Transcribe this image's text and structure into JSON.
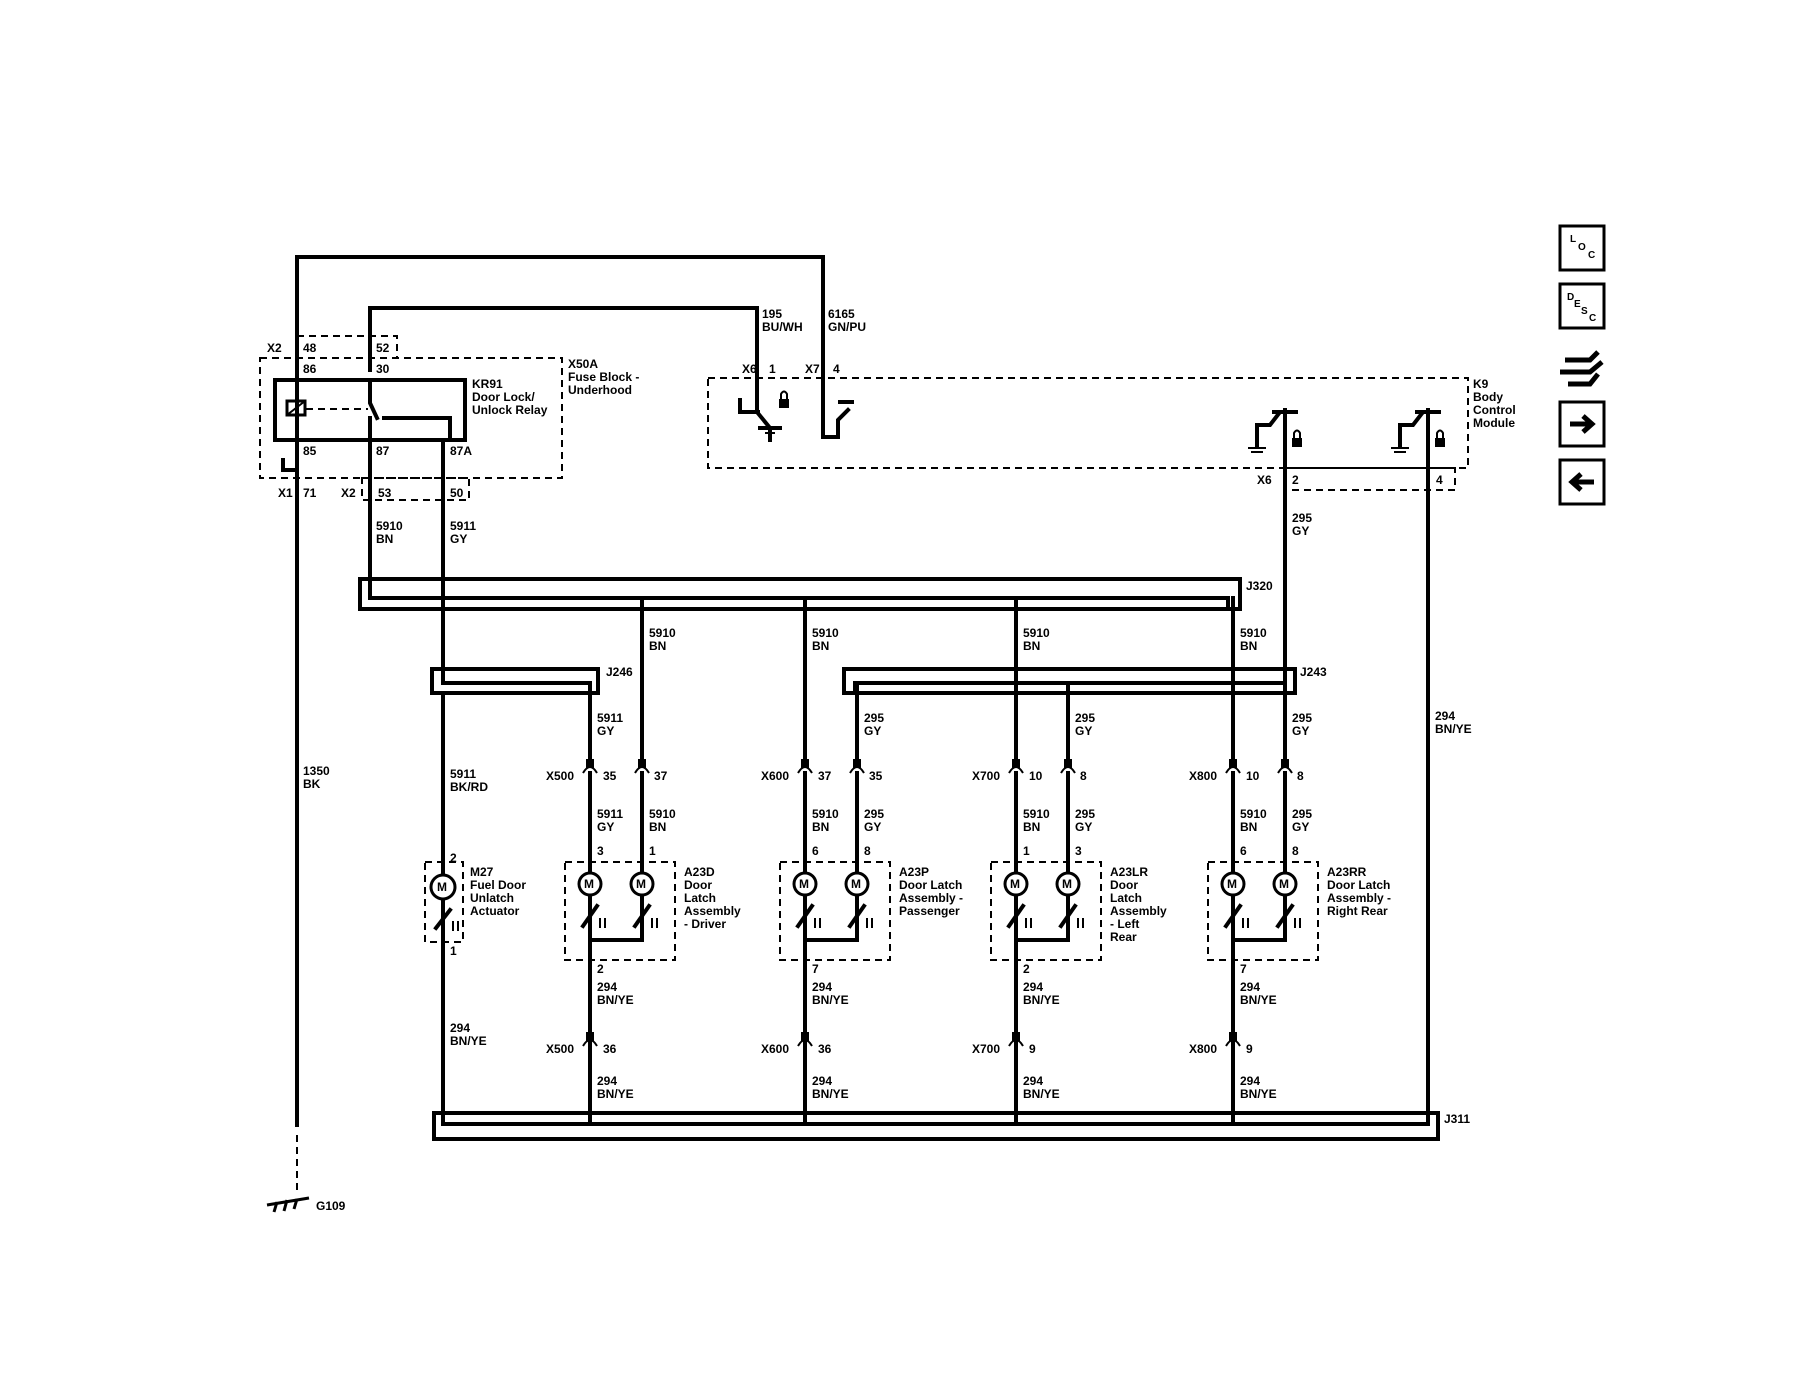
{
  "nav": {
    "loc": {
      "label": "LOC"
    },
    "desc": {
      "label": "DESC"
    },
    "next": {
      "label": "→"
    },
    "prev": {
      "label": "←"
    }
  },
  "components": {
    "x50a": {
      "id": "X50A",
      "name": "Fuse Block -",
      "name2": "Underhood"
    },
    "kr91": {
      "id": "KR91",
      "name": "Door Lock/",
      "name2": "Unlock Relay"
    },
    "k9": {
      "id": "K9",
      "l1": "Body",
      "l2": "Control",
      "l3": "Module"
    },
    "m27": {
      "id": "M27",
      "l1": "Fuel Door",
      "l2": "Unlatch",
      "l3": "Actuator"
    },
    "a23d": {
      "id": "A23D",
      "l1": "Door",
      "l2": "Latch",
      "l3": "Assembly",
      "l4": "- Driver"
    },
    "a23p": {
      "id": "A23P",
      "l1": "Door Latch",
      "l2": "Assembly -",
      "l3": "Passenger"
    },
    "a23lr": {
      "id": "A23LR",
      "l1": "Door",
      "l2": "Latch",
      "l3": "Assembly",
      "l4": "- Left",
      "l5": "Rear"
    },
    "a23rr": {
      "id": "A23RR",
      "l1": "Door Latch",
      "l2": "Assembly -",
      "l3": "Right Rear"
    }
  },
  "splices": {
    "j320": "J320",
    "j246": "J246",
    "j243": "J243",
    "j311": "J311"
  },
  "ground": {
    "id": "G109"
  },
  "connectors": {
    "x1": "X1",
    "x2": "X2",
    "x6": "X6",
    "x7": "X7",
    "x500": "X500",
    "x600": "X600",
    "x700": "X700",
    "x800": "X800"
  },
  "pins": {
    "p48": "48",
    "p52": "52",
    "p86": "86",
    "p30": "30",
    "p85": "85",
    "p87": "87",
    "p87a": "87A",
    "p71": "71",
    "p53": "53",
    "p50": "50",
    "p1": "1",
    "p2": "2",
    "p3": "3",
    "p4": "4",
    "p6": "6",
    "p7": "7",
    "p8": "8",
    "p9": "9",
    "p10": "10",
    "p35": "35",
    "p36": "36",
    "p37": "37"
  },
  "wires": {
    "w195": {
      "circuit": "195",
      "color": "BU/WH"
    },
    "w6165": {
      "circuit": "6165",
      "color": "GN/PU"
    },
    "w5910": {
      "circuit": "5910",
      "color": "BN"
    },
    "w5911gy": {
      "circuit": "5911",
      "color": "GY"
    },
    "w5911bkrd": {
      "circuit": "5911",
      "color": "BK/RD"
    },
    "w295": {
      "circuit": "295",
      "color": "GY"
    },
    "w294": {
      "circuit": "294",
      "color": "BN/YE"
    },
    "w1350": {
      "circuit": "1350",
      "color": "BK"
    }
  },
  "motor_label": "M"
}
